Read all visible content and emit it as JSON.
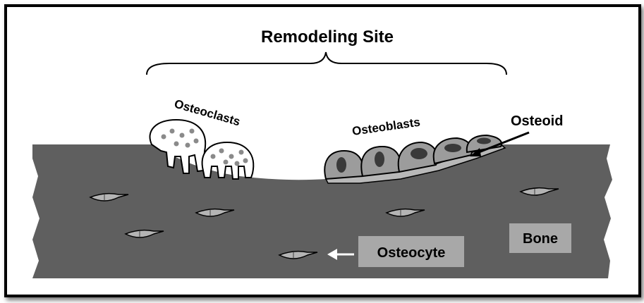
{
  "title": "Remodeling Site",
  "labels": {
    "osteoclasts": "Osteoclasts",
    "osteoblasts": "Osteoblasts",
    "osteoid": "Osteoid",
    "osteocyte": "Osteocyte",
    "bone": "Bone"
  },
  "colors": {
    "bone": "#5f5f5f",
    "label_box": "#a8a8a8",
    "osteoblast": "#9c9c9c",
    "osteoblast_nucleus": "#3a3a3a",
    "osteoclast_dots": "#8a8a8a",
    "osteocyte": "#b4b4b4",
    "outline": "#000000"
  }
}
